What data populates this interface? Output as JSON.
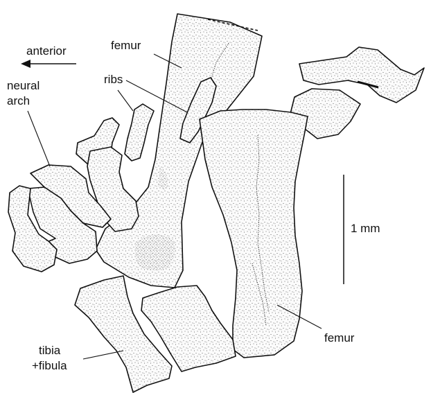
{
  "labels": {
    "anterior": "anterior",
    "femur_top": "femur",
    "ribs": "ribs",
    "neural_arch_line1": "neural",
    "neural_arch_line2": "arch",
    "scale": "1 mm",
    "femur_bottom": "femur",
    "tibia_line1": "tibia",
    "tibia_line2": "+fibula"
  },
  "colors": {
    "ink": "#111111",
    "background": "#ffffff"
  }
}
